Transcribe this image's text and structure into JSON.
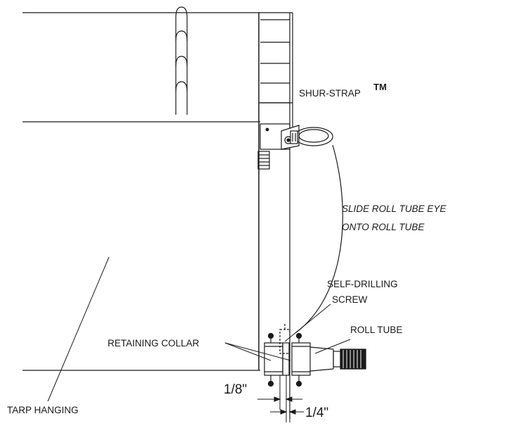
{
  "labels": {
    "shur_strap": "SHUR-STRAP",
    "trademark": "TM",
    "slide_line1": "SLIDE ROLL TUBE EYE",
    "slide_line2": "ONTO ROLL TUBE",
    "self_drilling_line1": "SELF-DRILLING",
    "self_drilling_line2": "SCREW",
    "roll_tube": "ROLL TUBE",
    "retaining_collar": "RETAINING COLLAR",
    "tarp_hanging": "TARP HANGING",
    "dim_eighth": "1/8\"",
    "dim_quarter": "1/4\""
  },
  "colors": {
    "line": "#1a1a1a",
    "background": "#ffffff"
  }
}
